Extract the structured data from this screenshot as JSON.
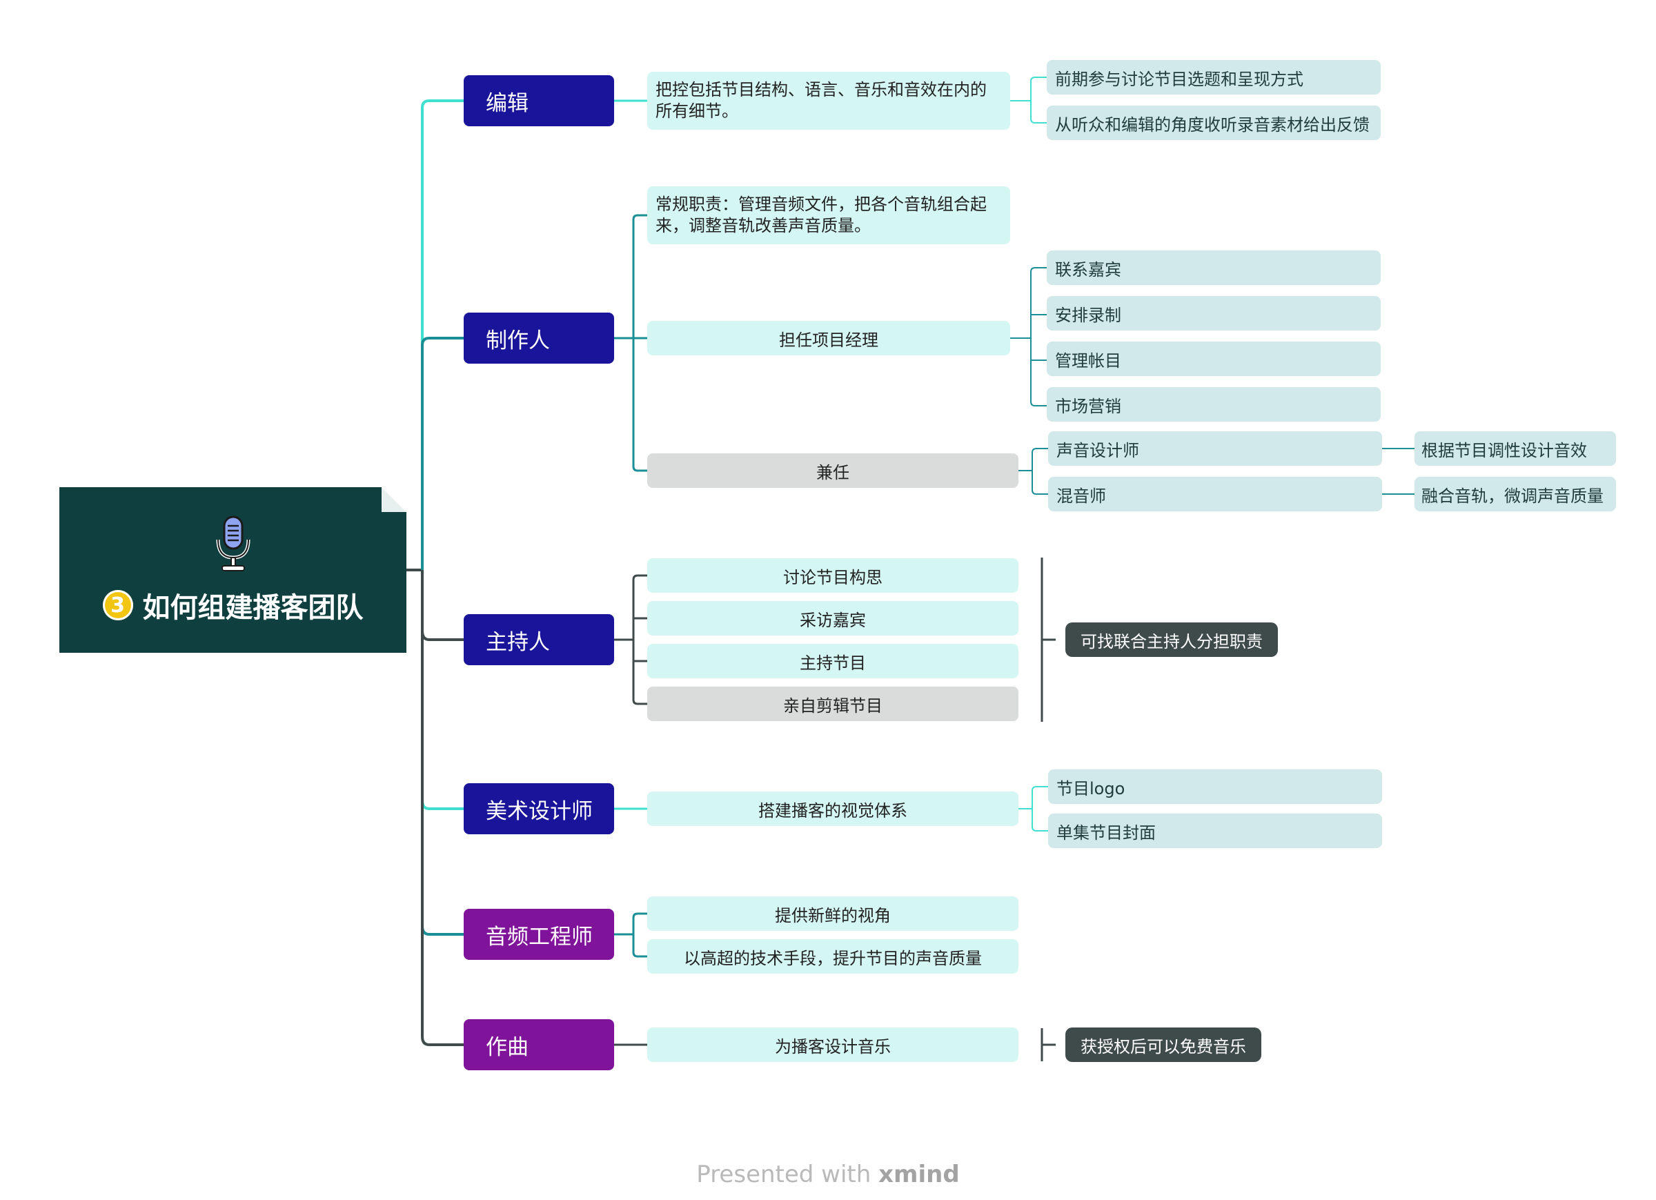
{
  "root": {
    "badge": "3",
    "title": "如何组建播客团队",
    "icon": "microphone-icon",
    "bg_color": "#0f403f"
  },
  "branches": [
    {
      "label": "编辑",
      "color": "#19149a",
      "subs": [
        {
          "label": "把控包括节目结构、语言、音乐和音效在内的所有细节。",
          "children": [
            "前期参与讨论节目选题和呈现方式",
            "从听众和编辑的角度收听录音素材给出反馈"
          ]
        }
      ]
    },
    {
      "label": "制作人",
      "color": "#19149a",
      "subs": [
        {
          "label": "常规职责：管理音频文件，把各个音轨组合起来，调整音轨改善声音质量。",
          "children": []
        },
        {
          "label": "担任项目经理",
          "children": [
            "联系嘉宾",
            "安排录制",
            "管理帐目",
            "市场营销"
          ]
        },
        {
          "label": "兼任",
          "children": [
            {
              "label": "声音设计师",
              "detail": "根据节目调性设计音效"
            },
            {
              "label": "混音师",
              "detail": "融合音轨，微调声音质量"
            }
          ]
        }
      ]
    },
    {
      "label": "主持人",
      "color": "#19149a",
      "subs": [
        {
          "label": "讨论节目构思"
        },
        {
          "label": "采访嘉宾"
        },
        {
          "label": "主持节目"
        },
        {
          "label": "亲自剪辑节目"
        }
      ],
      "note": "可找联合主持人分担职责"
    },
    {
      "label": "美术设计师",
      "color": "#19149a",
      "subs": [
        {
          "label": "搭建播客的视觉体系",
          "children": [
            "节目logo",
            "单集节目封面"
          ]
        }
      ]
    },
    {
      "label": "音频工程师",
      "color": "#7f1399",
      "subs": [
        {
          "label": "提供新鲜的视角"
        },
        {
          "label": "以高超的技术手段，提升节目的声音质量"
        }
      ]
    },
    {
      "label": "作曲",
      "color": "#7f1399",
      "subs": [
        {
          "label": "为播客设计音乐"
        }
      ],
      "note": "获授权后可以免费音乐"
    }
  ],
  "footer": {
    "prefix": "Presented with ",
    "brand": "xmind"
  }
}
